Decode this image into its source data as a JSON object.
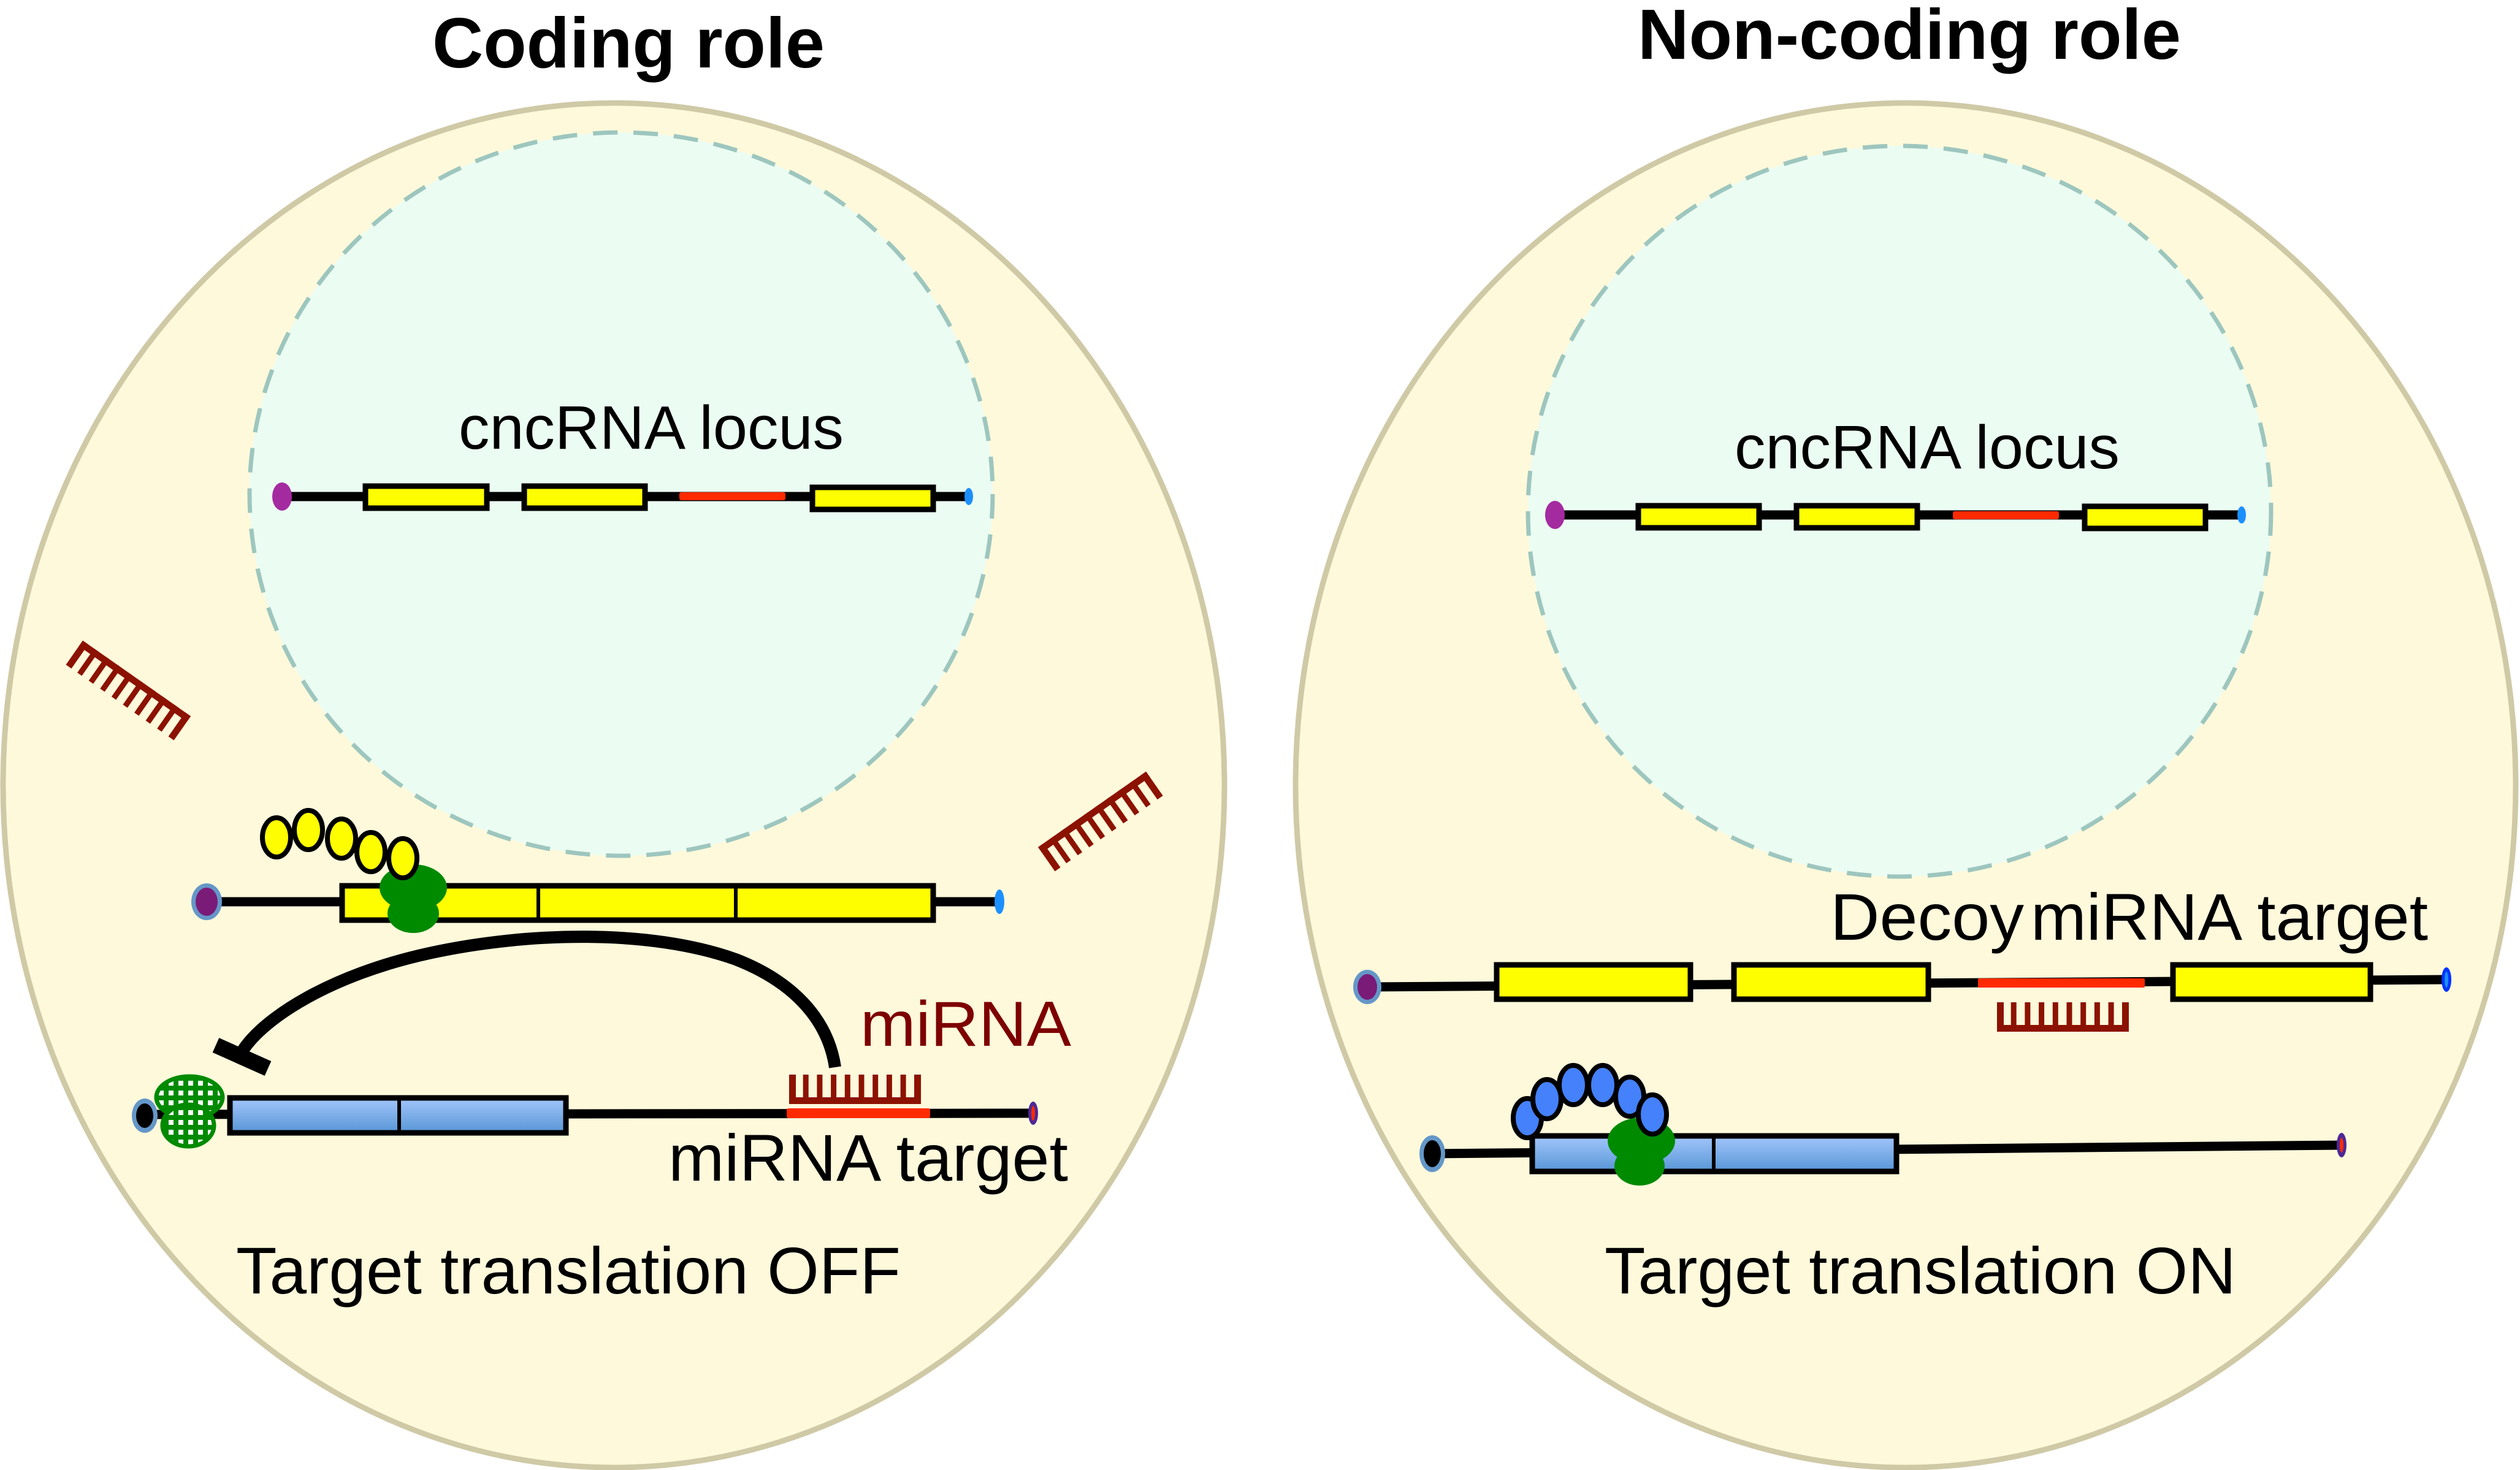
{
  "colors": {
    "cell_fill": "#fef9db",
    "cell_stroke": "#cfc9a6",
    "nucleus_fill": "#ebfcf2",
    "nucleus_stroke": "#9dc6be",
    "exon_yellow": "#fefe00",
    "exon_blue_top": "#a3c6fb",
    "exon_blue_bottom": "#5796d6",
    "mirna_target_red": "#ff2a00",
    "mirna_darkred": "#8c1200",
    "mirna_label": "#7d0000",
    "ribosome_green": "#008a00",
    "yellow_bead": "#fefe00",
    "blue_bead": "#4481fb",
    "cap_5prime_purple": "#7a1b78",
    "cap_5prime_ring": "#6497c8",
    "cap_magenta": "#a42aa0",
    "cap_3prime_blue": "#1c8fff",
    "polyA_purple": "#4e2896"
  },
  "panels": [
    {
      "id": "coding",
      "title": "Coding role",
      "nucleus_label": "cncRNA locus",
      "mirna_label": "miRNA",
      "target_label": "miRNA target",
      "outcome": "Target translation OFF",
      "peptide_beads": 5,
      "mirna_teeth": 10
    },
    {
      "id": "noncoding",
      "title": "Non-coding role",
      "nucleus_label": "cncRNA locus",
      "decoy_word": "Decoy",
      "decoy_target_label": "miRNA target",
      "outcome": "Target translation ON",
      "peptide_beads": 6,
      "mirna_teeth": 10
    }
  ]
}
